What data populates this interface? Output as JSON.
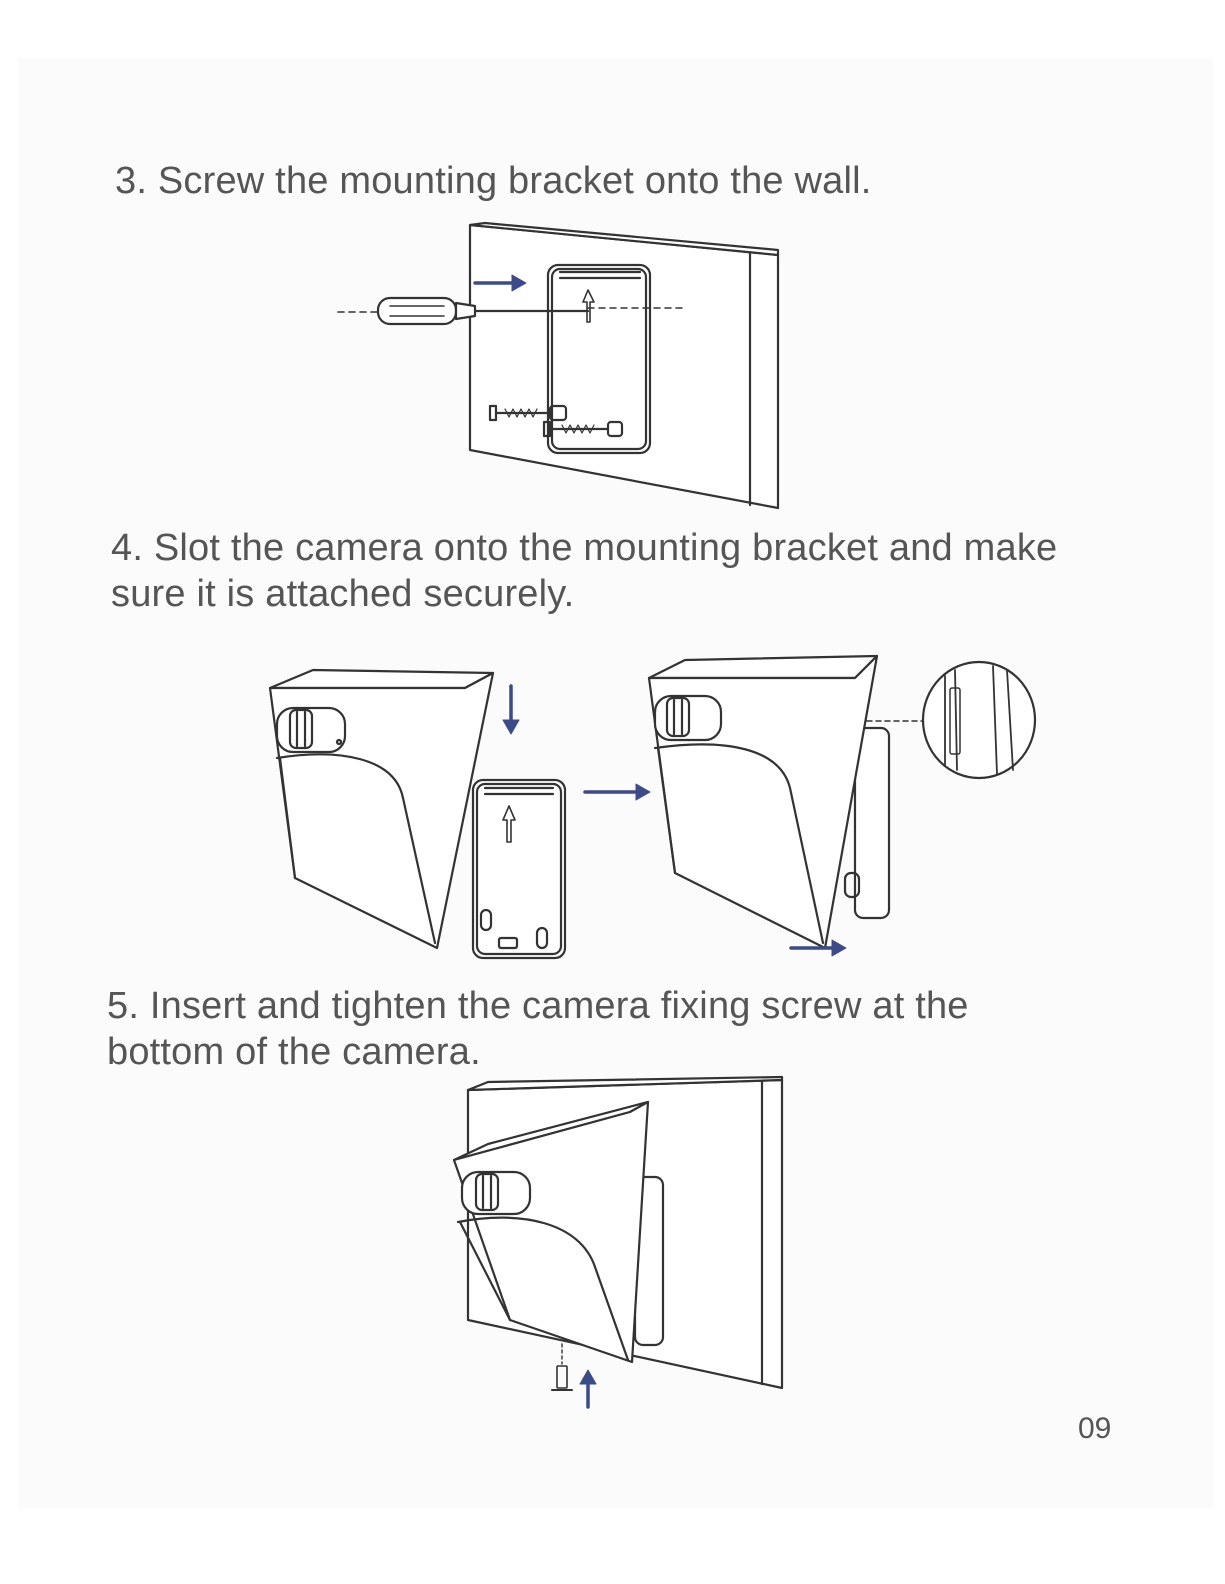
{
  "steps": [
    {
      "lines": [
        "3. Screw the mounting bracket onto the wall."
      ]
    },
    {
      "lines": [
        "4. Slot the camera onto the mounting bracket and make",
        "sure it is attached securely."
      ]
    },
    {
      "lines": [
        "5. Insert and tighten the camera fixing screw at the",
        "bottom of the camera."
      ]
    }
  ],
  "page_number": "09",
  "colors": {
    "text": "#555555",
    "line_art": "#333333",
    "arrow": "#3d4a8a"
  },
  "icons": [
    "screwdriver-icon",
    "arrow-right-icon",
    "arrow-down-icon",
    "arrow-up-icon",
    "screw-icon"
  ]
}
